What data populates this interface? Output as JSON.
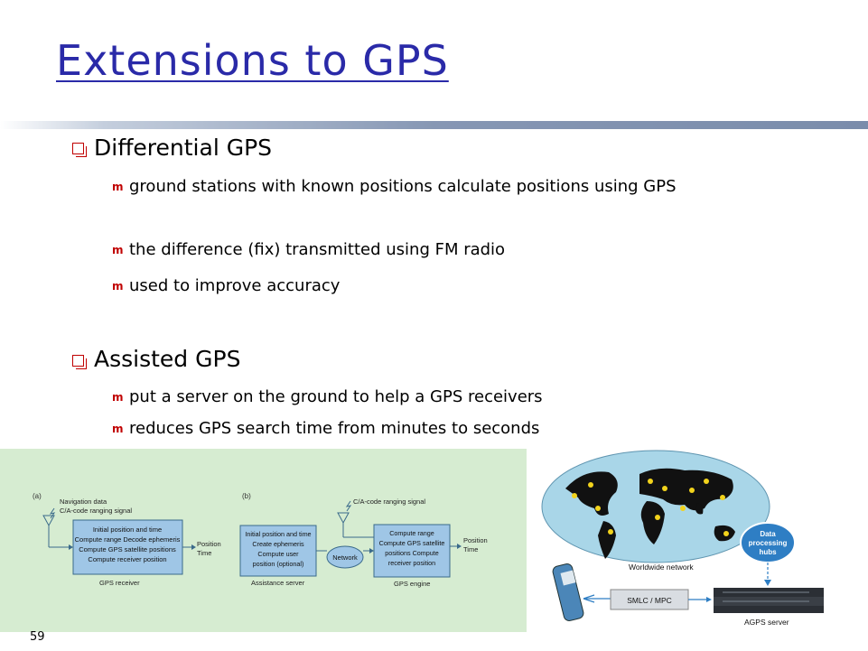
{
  "title": "Extensions to GPS",
  "bullets": [
    {
      "text": "Differential GPS",
      "sub": [
        "ground stations with known positions calculate positions using GPS",
        "the difference (fix) transmitted using FM radio",
        "used to improve accuracy"
      ]
    },
    {
      "text": "Assisted GPS",
      "sub": [
        "put a server on the ground to help a GPS receivers",
        "reduces GPS search time from minutes to seconds"
      ]
    }
  ],
  "diagram_left": {
    "panel_a": {
      "label": "(a)",
      "signal_lines": [
        "Navigation data",
        "C/A-code ranging signal"
      ],
      "box_lines": [
        "Initial position and time",
        "Compute range Decode ephemeris",
        "Compute GPS satellite positions",
        "Compute receiver position"
      ],
      "output_lines": [
        "Position",
        "Time"
      ],
      "caption": "GPS receiver"
    },
    "panel_b": {
      "label": "(b)",
      "signal": "C/A-code ranging signal",
      "server_lines": [
        "Initial position and time",
        "Create ephemeris",
        "Compute user",
        "position (optional)"
      ],
      "server_caption": "Assistance server",
      "network": "Network",
      "engine_lines": [
        "Compute range",
        "Compute GPS satellite",
        "positions Compute",
        "receiver position"
      ],
      "engine_caption": "GPS engine",
      "output_lines": [
        "Position",
        "Time"
      ]
    }
  },
  "diagram_right": {
    "hubs_lines": [
      "Data",
      "processing",
      "hubs"
    ],
    "network": "Worldwide network",
    "smlc": "SMLC / MPC",
    "agps": "AGPS server"
  },
  "slide_number": "59",
  "colors": {
    "title": "#2a2aa8",
    "bullet": "#c00000",
    "panel_green": "#d6ecd1",
    "diagram_box": "#9fc6e6",
    "hub_blue": "#2e7ec4"
  }
}
